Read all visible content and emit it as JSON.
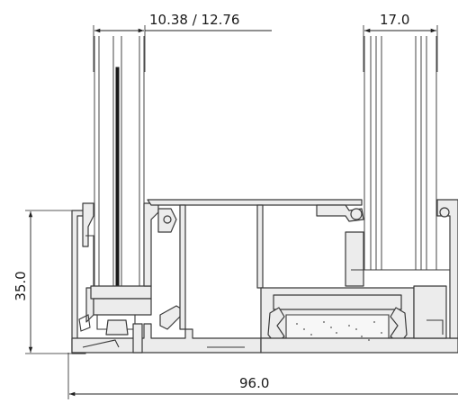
{
  "dimensions": {
    "left_glass_thickness": "10.38 / 12.76",
    "right_glass_thickness": "17.0",
    "frame_height": "35.0",
    "overall_width": "96.0"
  }
}
